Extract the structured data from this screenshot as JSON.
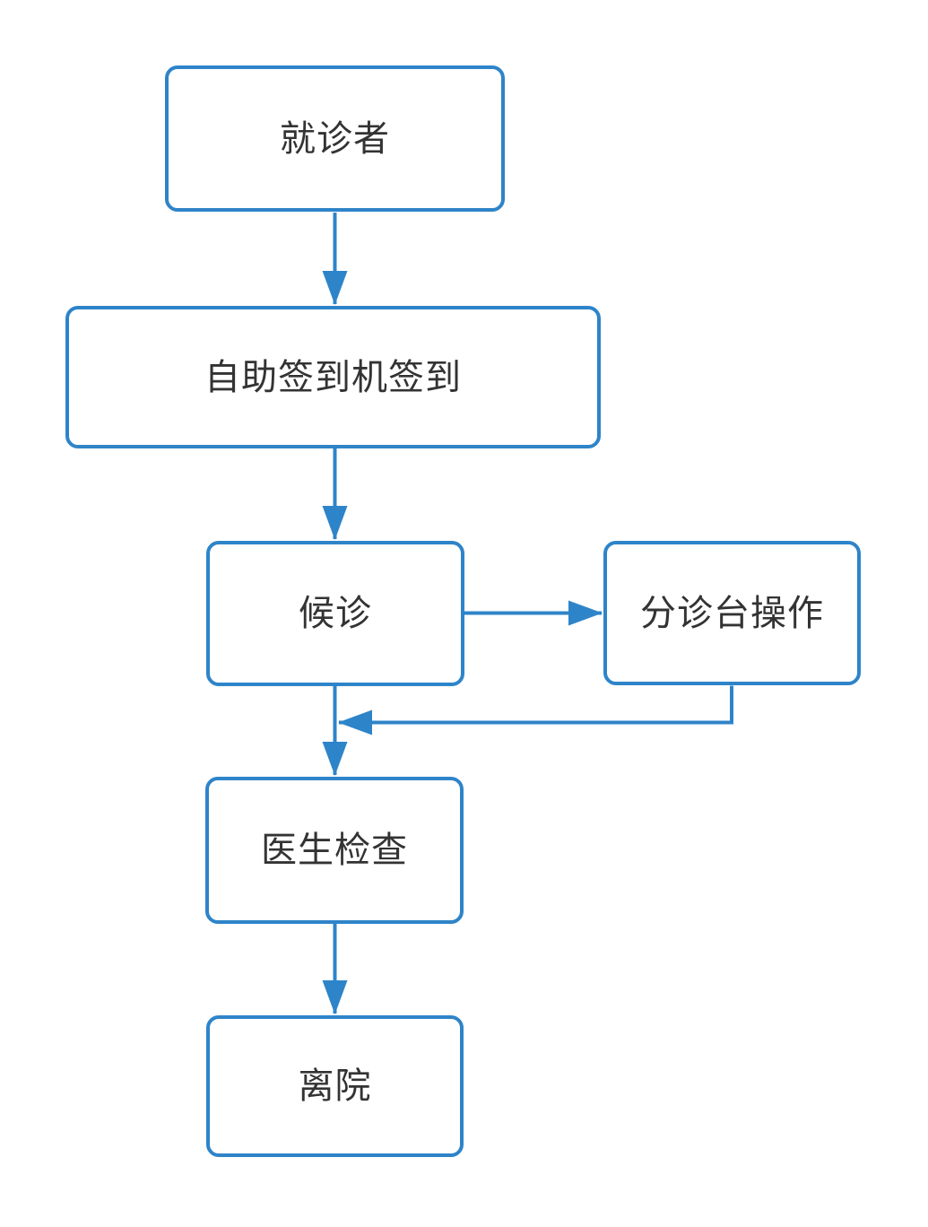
{
  "diagram": {
    "type": "flowchart",
    "colors": {
      "accent": "#2E84C9",
      "node_fill": "#FFFFFF",
      "text": "#333333",
      "background": "#FFFFFF"
    },
    "nodes": [
      {
        "id": "patient",
        "label": "就诊者"
      },
      {
        "id": "self-checkin",
        "label": "自助签到机签到"
      },
      {
        "id": "waiting",
        "label": "候诊"
      },
      {
        "id": "triage-desk",
        "label": "分诊台操作"
      },
      {
        "id": "doctor-exam",
        "label": "医生检查"
      },
      {
        "id": "discharge",
        "label": "离院"
      }
    ],
    "edges": [
      {
        "from": "patient",
        "to": "self-checkin"
      },
      {
        "from": "self-checkin",
        "to": "waiting"
      },
      {
        "from": "waiting",
        "to": "triage-desk"
      },
      {
        "from": "triage-desk",
        "to": "doctor-exam"
      },
      {
        "from": "waiting",
        "to": "doctor-exam"
      },
      {
        "from": "doctor-exam",
        "to": "discharge"
      }
    ]
  }
}
